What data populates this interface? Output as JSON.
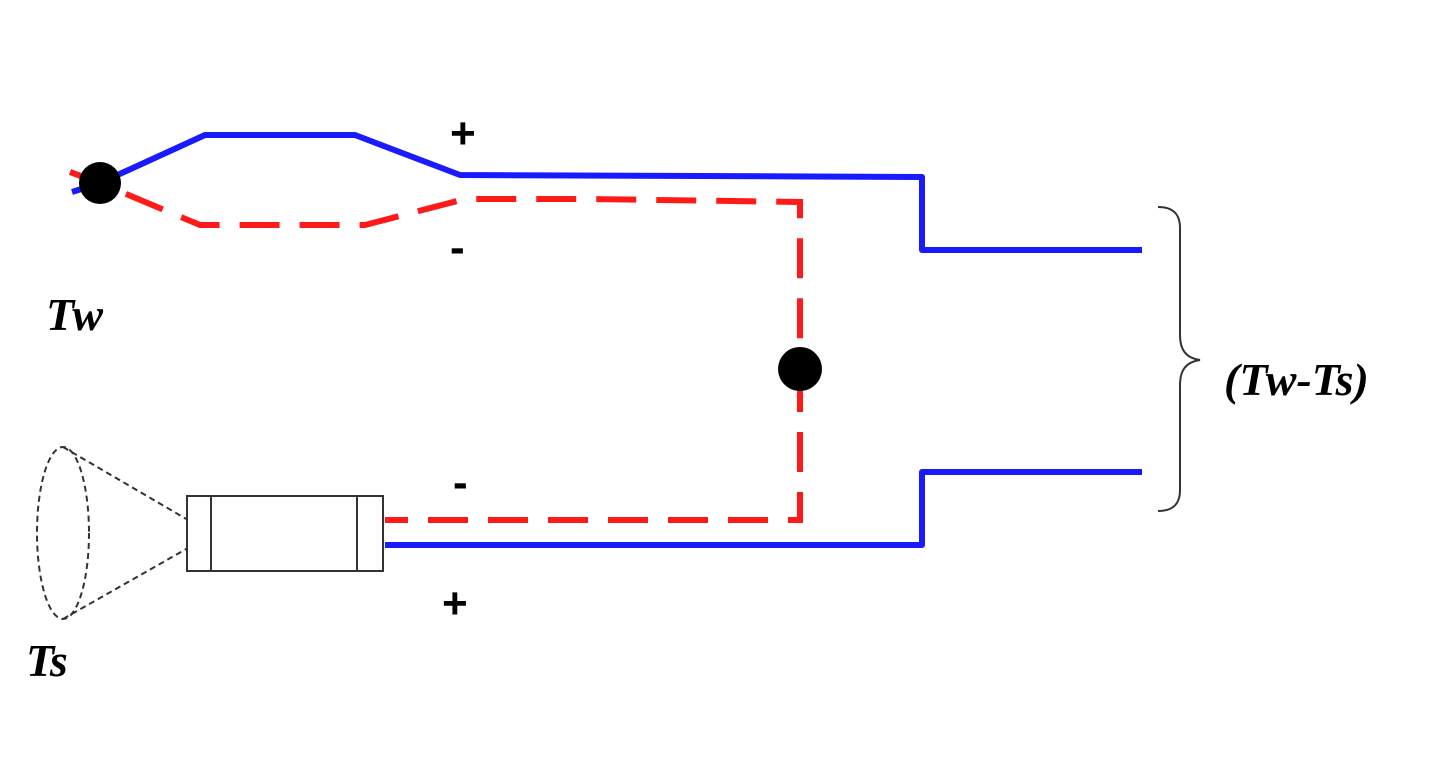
{
  "labels": {
    "tw": "Tw",
    "ts": "Ts",
    "output": "(Tw-Ts)",
    "plus_top": "+",
    "minus_top": "-",
    "minus_bottom": "-",
    "plus_bottom": "+"
  },
  "colors": {
    "positive_wire": "#1a1aff",
    "negative_wire": "#ff1a1a",
    "junction": "#000000",
    "sensor_outline": "#333333",
    "background": "#ffffff"
  }
}
